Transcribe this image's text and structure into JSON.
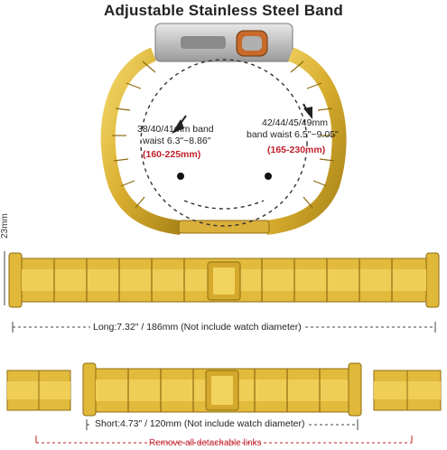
{
  "title": "Adjustable Stainless Steel Band",
  "band_left": {
    "sizes": "38/40/41mm band",
    "waist": "waist 6.3\"~8.86\"",
    "range": "(160-225mm)"
  },
  "band_right": {
    "sizes": "42/44/45/49mm",
    "waist": "band waist 6.5\"~9.05\"",
    "range": "(165-230mm)"
  },
  "width_label": "23mm",
  "long_label": "Long:7.32\" / 186mm (Not include watch diameter)",
  "short_label": "Short:4.73\" / 120mm (Not include watch diameter)",
  "remove_label": "Remove all detachable links",
  "colors": {
    "gold": "#e2ba3c",
    "gold_dark": "#a98419",
    "red": "#c0202a"
  }
}
